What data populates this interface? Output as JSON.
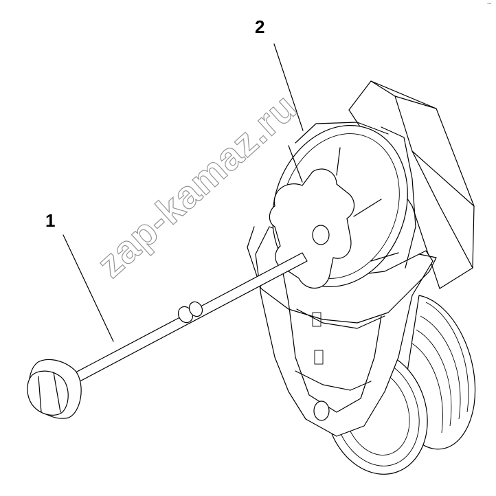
{
  "diagram": {
    "callouts": [
      {
        "id": "1",
        "text": "1"
      },
      {
        "id": "2",
        "text": "2"
      }
    ],
    "watermark": "zap-kamaz.ru",
    "corner_mark": "~"
  }
}
